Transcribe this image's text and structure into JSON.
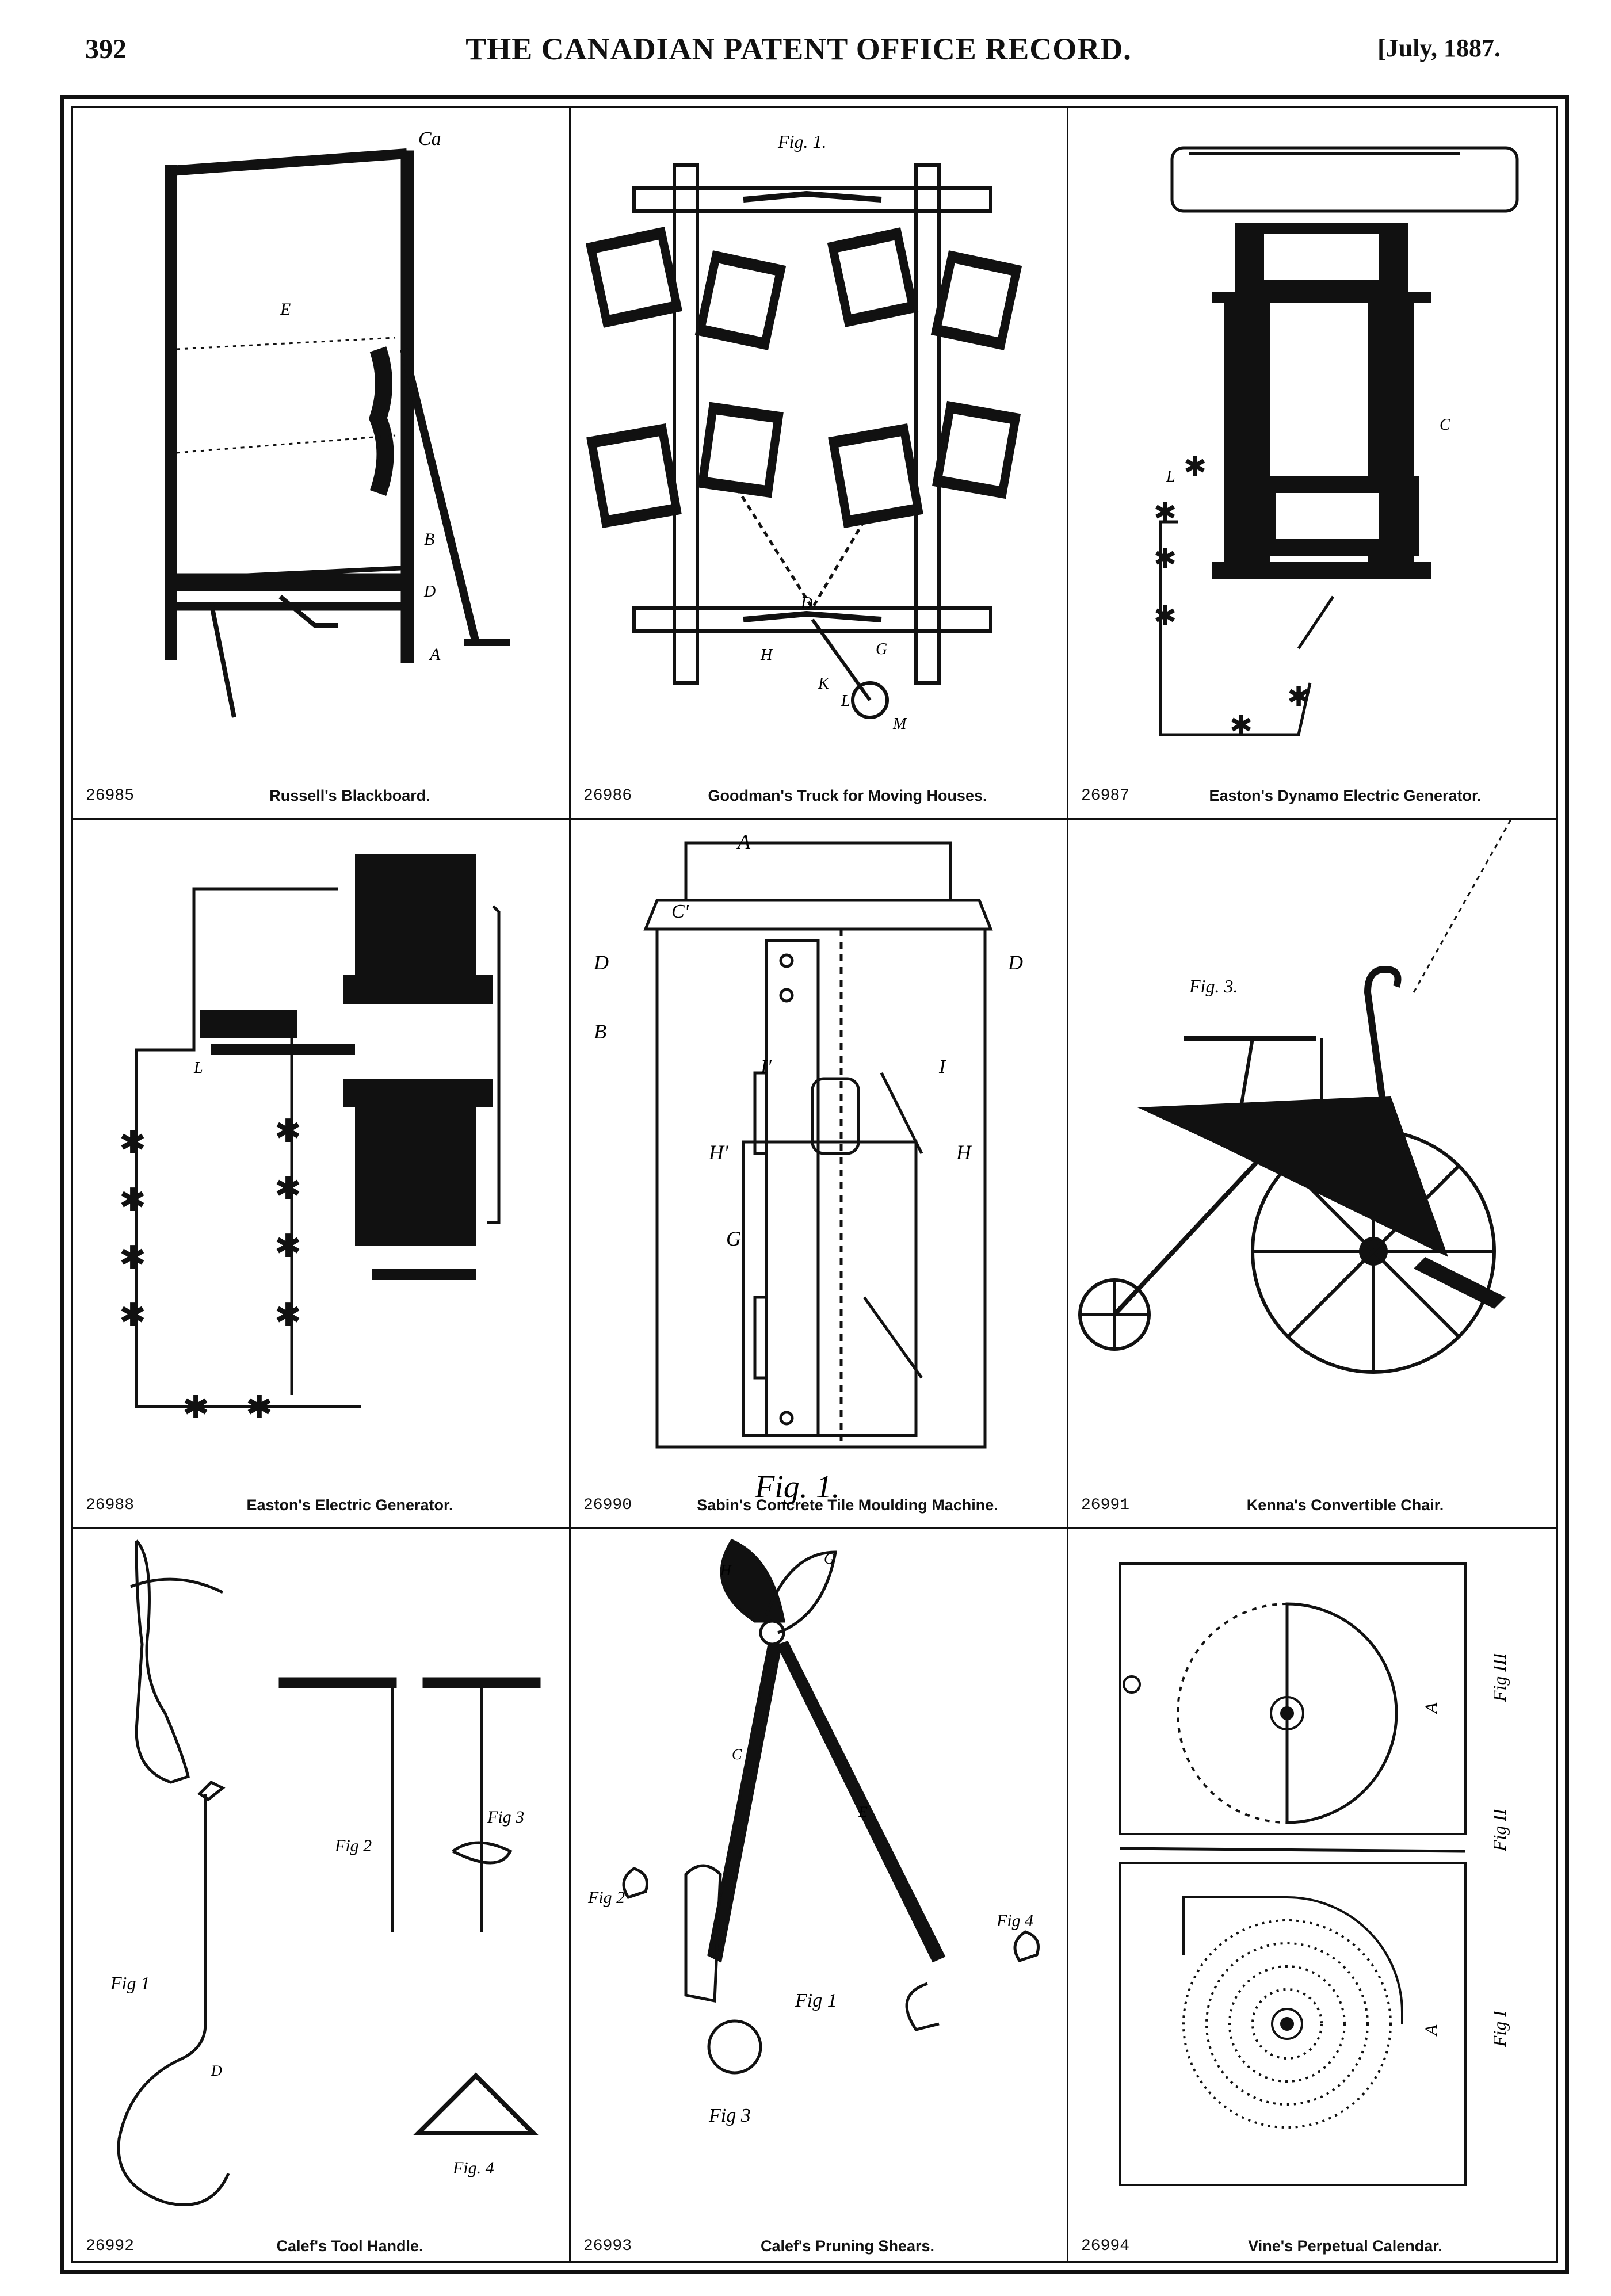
{
  "header": {
    "page_number": "392",
    "title": "THE CANADIAN PATENT OFFICE RECORD.",
    "date": "[July, 1887."
  },
  "figures": [
    {
      "number": "26985",
      "caption": "Russell's Blackboard."
    },
    {
      "number": "26986",
      "caption": "Goodman's Truck for Moving Houses."
    },
    {
      "number": "26987",
      "caption": "Easton's Dynamo Electric Generator."
    },
    {
      "number": "26988",
      "caption": "Easton's Electric Generator."
    },
    {
      "number": "26990",
      "caption": "Sabin's Concrete Tile Moulding Machine."
    },
    {
      "number": "26991",
      "caption": "Kenna's Convertible Chair."
    },
    {
      "number": "26992",
      "caption": "Calef's Tool Handle."
    },
    {
      "number": "26993",
      "caption": "Calef's Pruning Shears."
    },
    {
      "number": "26994",
      "caption": "Vine's Perpetual Calendar."
    }
  ],
  "labels": {
    "fig1": "Fig. 1.",
    "fig1b": "Fig. 1.",
    "fig3": "Fig. 3.",
    "fig_1": "Fig 1",
    "fig_2": "Fig 2",
    "fig_3": "Fig 3",
    "fig_4": "Fig. 4",
    "fig_I": "Fig I",
    "fig_II": "Fig II",
    "fig_III": "Fig III",
    "fig_4b": "Fig 4",
    "fig_2b": "Fig 2",
    "fig_1c": "Fig 1",
    "fig_3b": "Fig 3",
    "letters": {
      "a": "a",
      "A": "A",
      "B": "B",
      "C": "C",
      "D": "D",
      "E": "E",
      "F": "F",
      "G": "G",
      "H": "H",
      "I": "I",
      "K": "K",
      "L": "L",
      "M": "M",
      "Ca": "Ca",
      "Cp": "C'",
      "Hp": "H'",
      "Ip": "I'"
    }
  }
}
